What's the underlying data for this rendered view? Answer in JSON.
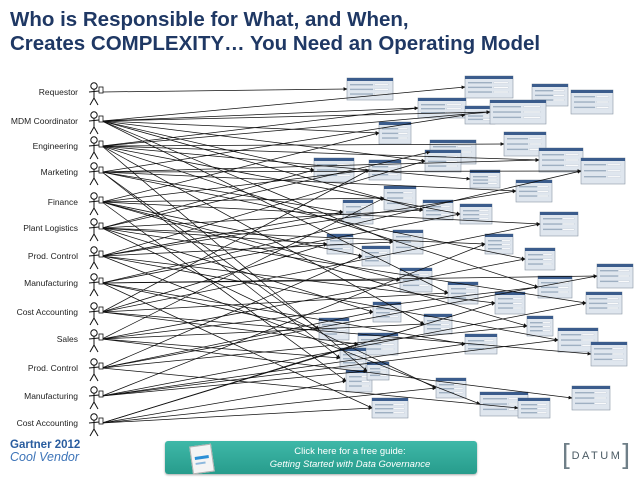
{
  "title": {
    "line1": "Who is Responsible for What, and When,",
    "line2": "Creates COMPLEXITY… You Need an Operating Model"
  },
  "roles": [
    "Requestor",
    "MDM Coordinator",
    "Engineering",
    "Marketing",
    "Finance",
    "Plant Logistics",
    "Prod. Control",
    "Manufacturing",
    "Cost Accounting",
    "Sales",
    "Prod. Control",
    "Manufacturing",
    "Cost Accounting"
  ],
  "badge": {
    "line1": "Gartner 2012",
    "line2": "Cool Vendor"
  },
  "cta": {
    "line1": "Click here for a free guide:",
    "line2": "Getting Started with Data Governance"
  },
  "brand": {
    "name": "DATUM"
  },
  "colors": {
    "title": "#1f3864",
    "cta": "#2fa898",
    "screenshot_header": "#3b5c8c",
    "screenshot_body": "#dfe6ee",
    "arrow": "#111111"
  },
  "icons": {
    "person": "stick-figure-icon",
    "screen": "form-screenshot-icon",
    "guide": "book-icon"
  }
}
